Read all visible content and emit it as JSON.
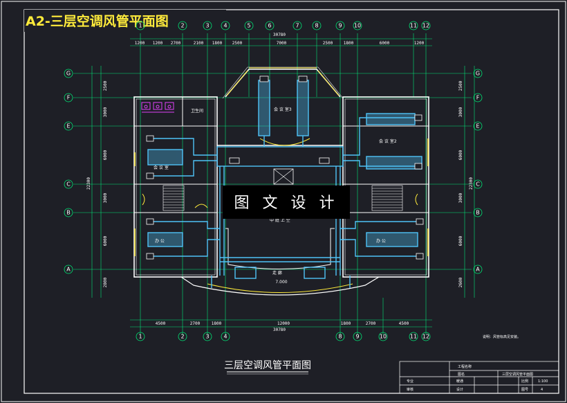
{
  "title": "A2-三层空调风管平面图",
  "drawing_title": "三层空调风管平面图",
  "watermark": "图 文 设 计",
  "note": "说明：风管标高见安装。",
  "top_axes": [
    "1",
    "2",
    "3",
    "4",
    "5",
    "6",
    "7",
    "8",
    "9",
    "10",
    "11",
    "12"
  ],
  "bottom_axes": [
    "1",
    "2",
    "3",
    "4",
    "8",
    "9",
    "10",
    "11",
    "12"
  ],
  "side_axes": [
    "G",
    "F",
    "E",
    "C",
    "B",
    "A"
  ],
  "top_dims": [
    "1200",
    "1200",
    "2700",
    "2100",
    "1800",
    "2500",
    "7000",
    "2500",
    "1800",
    "6000",
    "1200"
  ],
  "top_total": "30780",
  "bottom_dims": [
    "4500",
    "2700",
    "1800",
    "12000",
    "1800",
    "2700",
    "4500"
  ],
  "bottom_total": "30780",
  "left_dims": [
    "2500",
    "3000",
    "6000",
    "3000",
    "6000",
    "2800"
  ],
  "left_total": "22300",
  "right_dims": [
    "2500",
    "3000",
    "6000",
    "3000",
    "6000",
    "2600"
  ],
  "right_total": "22300",
  "rooms": {
    "meeting3": "会 议 室3",
    "meeting2": "会 议 室2",
    "meeting_left": "会 议 室",
    "office_left": "办 公",
    "office_right": "办 公",
    "corridor": "走 廊",
    "atrium": "中 庭 上 空",
    "toilet": "卫生间",
    "elevation": "7.000"
  },
  "title_block": {
    "r1": "工程名称",
    "r2a": "图名",
    "r2b": "三层空调风管平面图",
    "r3a": "专业",
    "r3b": "暖通",
    "r3c": "比例",
    "r3d": "1:100",
    "r4a": "审核",
    "r4b": "设计",
    "r4c": "图号",
    "r4d": "4"
  },
  "colors": {
    "background": "#1e1f26",
    "grid": "#00e676",
    "wall": "#ffffff",
    "duct": "#4fc3f7",
    "window": "#ffeb3b",
    "fixture": "#e040fb"
  }
}
